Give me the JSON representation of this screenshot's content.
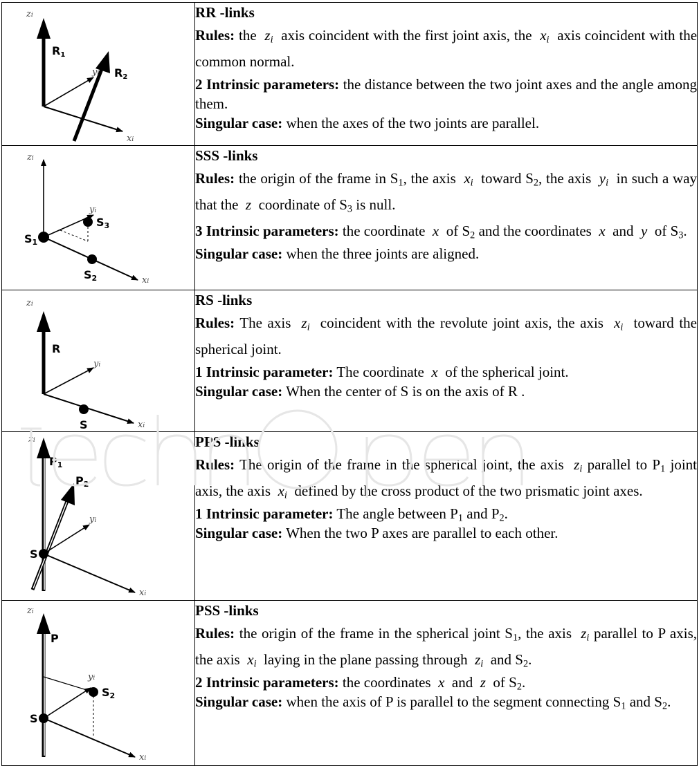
{
  "rows": [
    {
      "title": "RR -links",
      "rules_label": "Rules:",
      "rules_a": "the",
      "rules_b": "axis coincident with the first joint axis, the",
      "rules_c": "axis coincident with the common normal.",
      "params_label": "2 Intrinsic parameters:",
      "params_text": "the distance between the two joint axes and the angle among them.",
      "singular_label": "Singular case:",
      "singular_text": "when the axes of the two joints are parallel.",
      "fig": {
        "z": "zi",
        "y": "yi",
        "x": "xi",
        "r1": "R",
        "r1_sub": "1",
        "r2": "R",
        "r2_sub": "2"
      }
    },
    {
      "title": "SSS -links",
      "rules_label": "Rules:",
      "rules_a": "the origin of the frame in S",
      "rules_a_sub": "1",
      "rules_b": ", the axis",
      "rules_c": "toward S",
      "rules_c_sub": "2",
      "rules_d": ", the axis",
      "rules_e": "in such a way that the",
      "rules_f": "coordinate of S",
      "rules_f_sub": "3",
      "rules_g": "is null.",
      "params_label": "3 Intrinsic parameters:",
      "params_a": "the coordinate",
      "params_b": "of S",
      "params_b_sub": "2",
      "params_c": "and the coordinates",
      "params_d": "and",
      "params_e": "of S",
      "params_e_sub": "3",
      "params_f": ".",
      "singular_label": "Singular case:",
      "singular_text": "when the three joints are aligned.",
      "fig": {
        "z": "zi",
        "y": "yi",
        "x": "xi",
        "s1": "S",
        "s1_sub": "1",
        "s2": "S",
        "s2_sub": "2",
        "s3": "S",
        "s3_sub": "3"
      }
    },
    {
      "title": "RS -links",
      "rules_label": "Rules:",
      "rules_a": "The axis",
      "rules_b": "coincident with the revolute joint axis, the axis",
      "rules_c": "toward the spherical joint.",
      "params_label": "1 Intrinsic parameter:",
      "params_a": "The coordinate",
      "params_b": "of the spherical joint.",
      "singular_label": "Singular case:",
      "singular_text": "When the center of S is on the axis of R .",
      "fig": {
        "z": "zi",
        "y": "yi",
        "x": "xi",
        "r": "R",
        "s": "S"
      }
    },
    {
      "title": "PPS -links",
      "rules_label": "Rules:",
      "rules_a": "The origin of the frame in the spherical joint, the axis",
      "rules_b": "parallel to P",
      "rules_b_sub": "1",
      "rules_c": "joint axis, the axis",
      "rules_d": "defined by the cross product of the two prismatic joint axes.",
      "params_label": "1 Intrinsic parameter:",
      "params_a": "The angle between P",
      "params_a_sub": "1",
      "params_b": "and P",
      "params_b_sub": "2",
      "params_c": ".",
      "singular_label": "Singular case:",
      "singular_text": "When the two P axes are parallel to each other.",
      "fig": {
        "z": "zi",
        "y": "yi",
        "x": "xi",
        "p1": "P",
        "p1_sub": "1",
        "p2": "P",
        "p2_sub": "2",
        "s": "S"
      }
    },
    {
      "title": "PSS -links",
      "rules_label": "Rules:",
      "rules_a": "the origin of the frame in the spherical joint S",
      "rules_a_sub": "1",
      "rules_b": ", the axis",
      "rules_c": "parallel to P axis, the axis",
      "rules_d": "laying in the plane passing through",
      "rules_e": "and S",
      "rules_e_sub": "2",
      "rules_f": ".",
      "params_label": "2 Intrinsic parameters:",
      "params_a": "the coordinates",
      "params_b": "and",
      "params_c": "of S",
      "params_c_sub": "2",
      "params_d": ".",
      "singular_label": "Singular case:",
      "singular_a": "when the axis of P is parallel to the segment connecting S",
      "singular_a_sub": "1",
      "singular_b": "and S",
      "singular_b_sub": "2",
      "singular_c": ".",
      "fig": {
        "z": "zi",
        "y": "yi",
        "x": "xi",
        "p": "P",
        "s1": "S",
        "s2": "S",
        "s2_sub": "2"
      }
    }
  ],
  "math": {
    "z": "z",
    "x": "x",
    "y": "y",
    "i": "i"
  }
}
